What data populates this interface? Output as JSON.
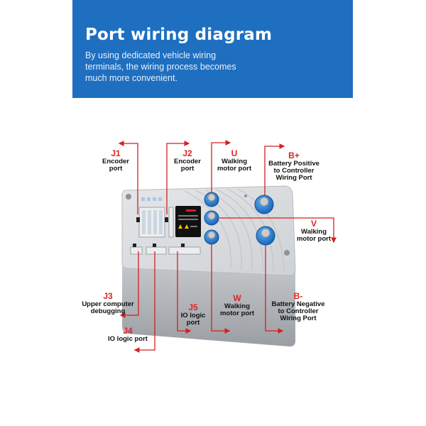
{
  "header": {
    "title": "Port wiring diagram",
    "subtitle": "By using dedicated vehicle wiring terminals, the wiring process becomes much more convenient."
  },
  "ports": {
    "j1": {
      "id": "J1",
      "line1": "Encoder",
      "line2": "port"
    },
    "j2": {
      "id": "J2",
      "line1": "Encoder",
      "line2": "port"
    },
    "u": {
      "id": "U",
      "line1": "Walking",
      "line2": "motor port"
    },
    "bplus": {
      "id": "B+",
      "line1": "Battery Positive",
      "line2": "to Controller",
      "line3": "Wiring Port"
    },
    "v": {
      "id": "V",
      "line1": "Walking",
      "line2": "motor port"
    },
    "j3": {
      "id": "J3",
      "line1": "Upper computer",
      "line2": "debugging"
    },
    "j4": {
      "id": "J4",
      "line1": "IO logic port"
    },
    "j5": {
      "id": "J5",
      "line1": "IO logic",
      "line2": "port"
    },
    "w": {
      "id": "W",
      "line1": "Walking",
      "line2": "motor port"
    },
    "bminus": {
      "id": "B-",
      "line1": "Battery Negative",
      "line2": "to Controller",
      "line3": "Wiring Port"
    }
  },
  "colors": {
    "banner": "#1f6fc0",
    "leader": "#d42020",
    "terminal": "#1e7ad6",
    "housing": "#d7dadd"
  }
}
